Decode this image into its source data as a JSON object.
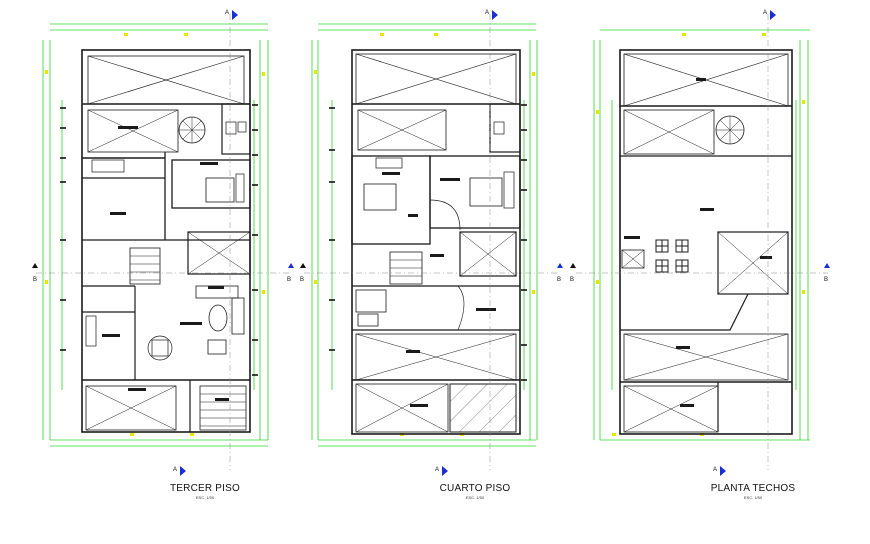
{
  "plans": [
    {
      "title": "TERCER PISO",
      "scale": "ESC. 1/50"
    },
    {
      "title": "CUARTO PISO",
      "scale": "ESC. 1/50"
    },
    {
      "title": "PLANTA TECHOS",
      "scale": "ESC. 1/50"
    }
  ],
  "section_a": "A",
  "section_b": "B",
  "colors": {
    "walls": "#1a1a1a",
    "dimension_lines": "#2bd62b",
    "dimension_marks": "#e6e600",
    "section_arrow": "#1a2fd6",
    "hatch": "#555555"
  }
}
